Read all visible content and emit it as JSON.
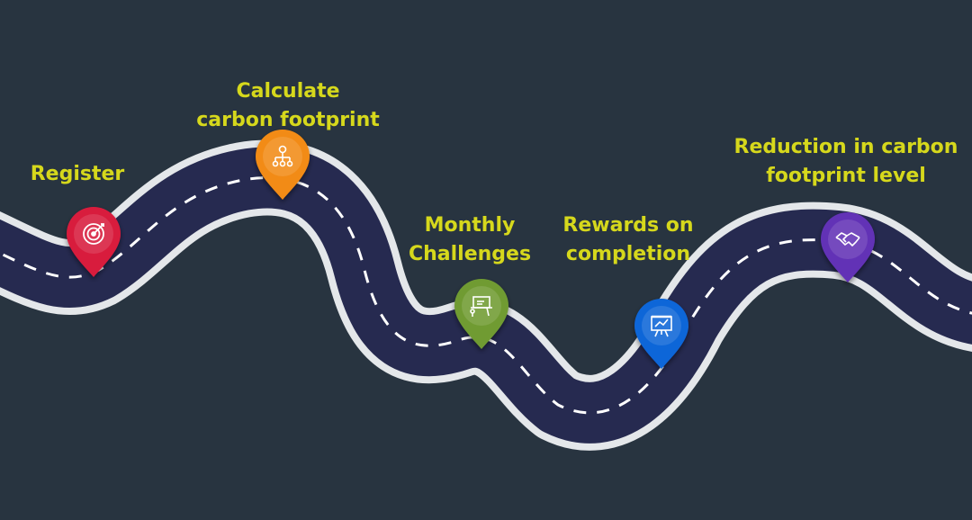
{
  "colors": {
    "background": "#283440",
    "road": "#262a50",
    "road_edge": "#e4e7ea",
    "dash": "#ffffff",
    "label_text": "#d6d81c"
  },
  "steps": [
    {
      "lines": [
        "Register"
      ],
      "color": "#d81a3c",
      "icon": "target-icon"
    },
    {
      "lines": [
        "Calculate",
        "carbon footprint"
      ],
      "color": "#f28b12",
      "icon": "hierarchy-icon"
    },
    {
      "lines": [
        "Monthly",
        "Challenges"
      ],
      "color": "#6f9b33",
      "icon": "presentation-icon"
    },
    {
      "lines": [
        "Rewards on",
        "completion"
      ],
      "color": "#1166d8",
      "icon": "growth-chart-icon"
    },
    {
      "lines": [
        "Reduction in carbon",
        "footprint level"
      ],
      "color": "#6232b6",
      "icon": "handshake-icon"
    }
  ]
}
